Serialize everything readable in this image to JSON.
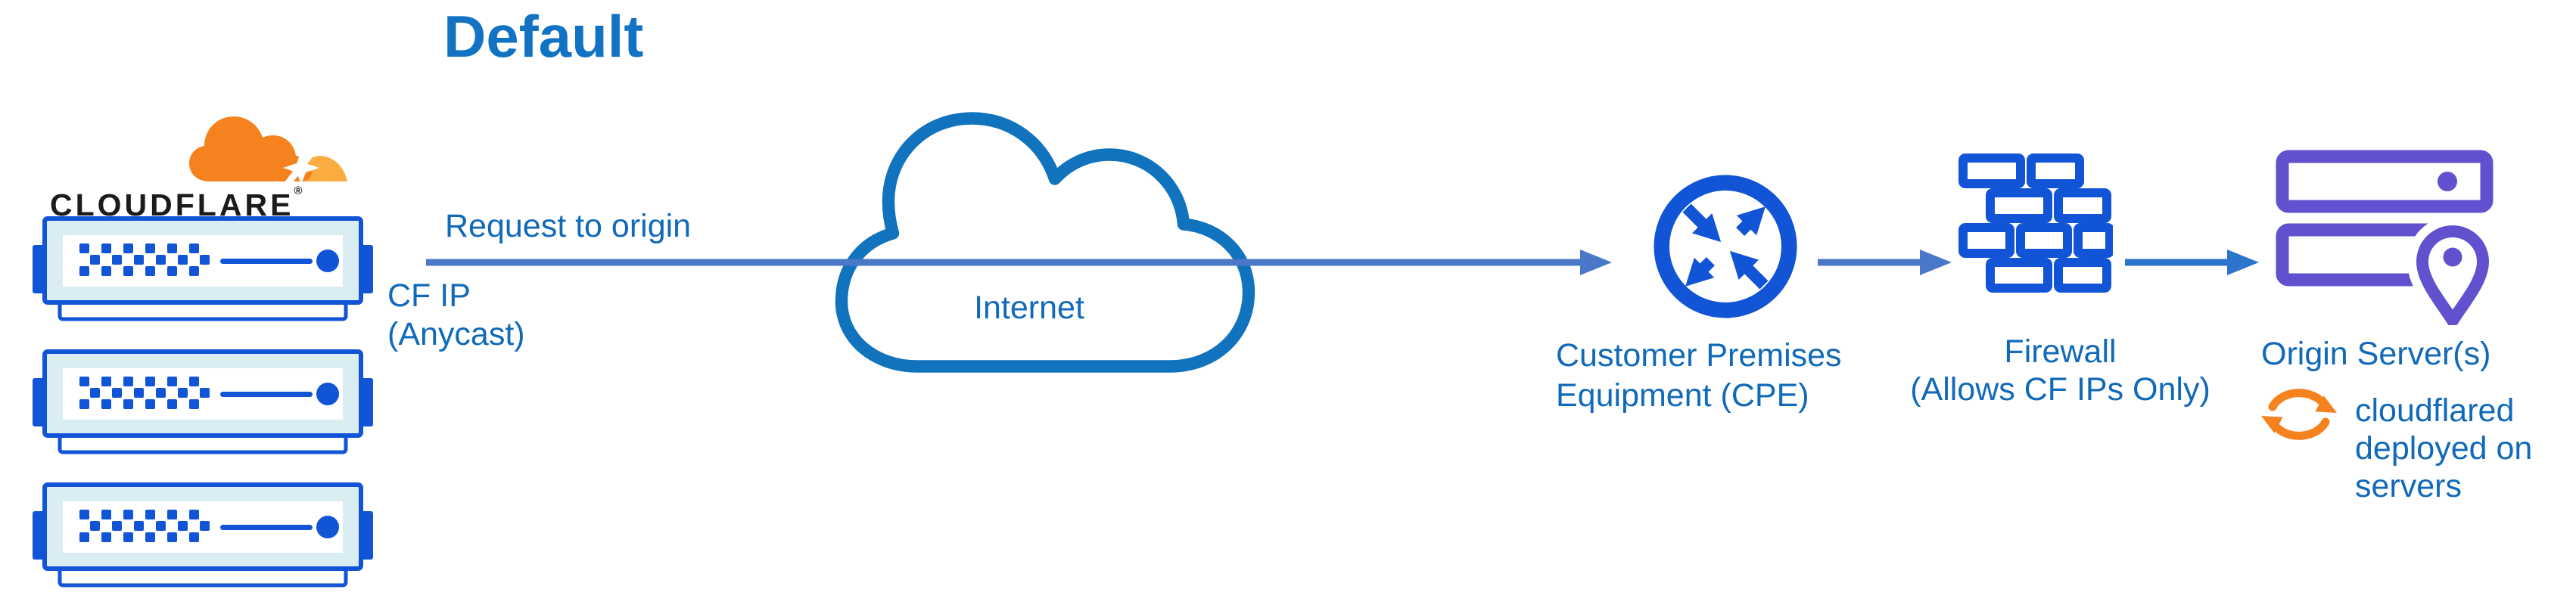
{
  "title": "Default",
  "colors": {
    "title_blue": "#1272c4",
    "label_blue": "#1169b9",
    "arrow_blue": "#4a77c8",
    "arrow_bright": "#2c73cb",
    "icon_blue": "#1254d6",
    "cloud_blue": "#1173bd",
    "purple": "#6251cf",
    "orange": "#f6821f",
    "orange_light": "#fbad41",
    "server_light": "#d9edf3",
    "wordmark_black": "#1b1b1b"
  },
  "cloudflare": {
    "wordmark": "CLOUDFLARE",
    "registered": "®"
  },
  "flow": {
    "request_label": "Request to origin",
    "cf_ip_line1": "CF IP",
    "cf_ip_line2": "(Anycast)",
    "internet_label": "Internet"
  },
  "nodes": {
    "cpe": {
      "line1": "Customer Premises",
      "line2": "Equipment (CPE)"
    },
    "firewall": {
      "line1": "Firewall",
      "line2": "(Allows CF IPs Only)"
    },
    "origin": {
      "label": "Origin Server(s)",
      "note_line1": "cloudflared",
      "note_line2": "deployed on",
      "note_line3": "servers"
    }
  }
}
